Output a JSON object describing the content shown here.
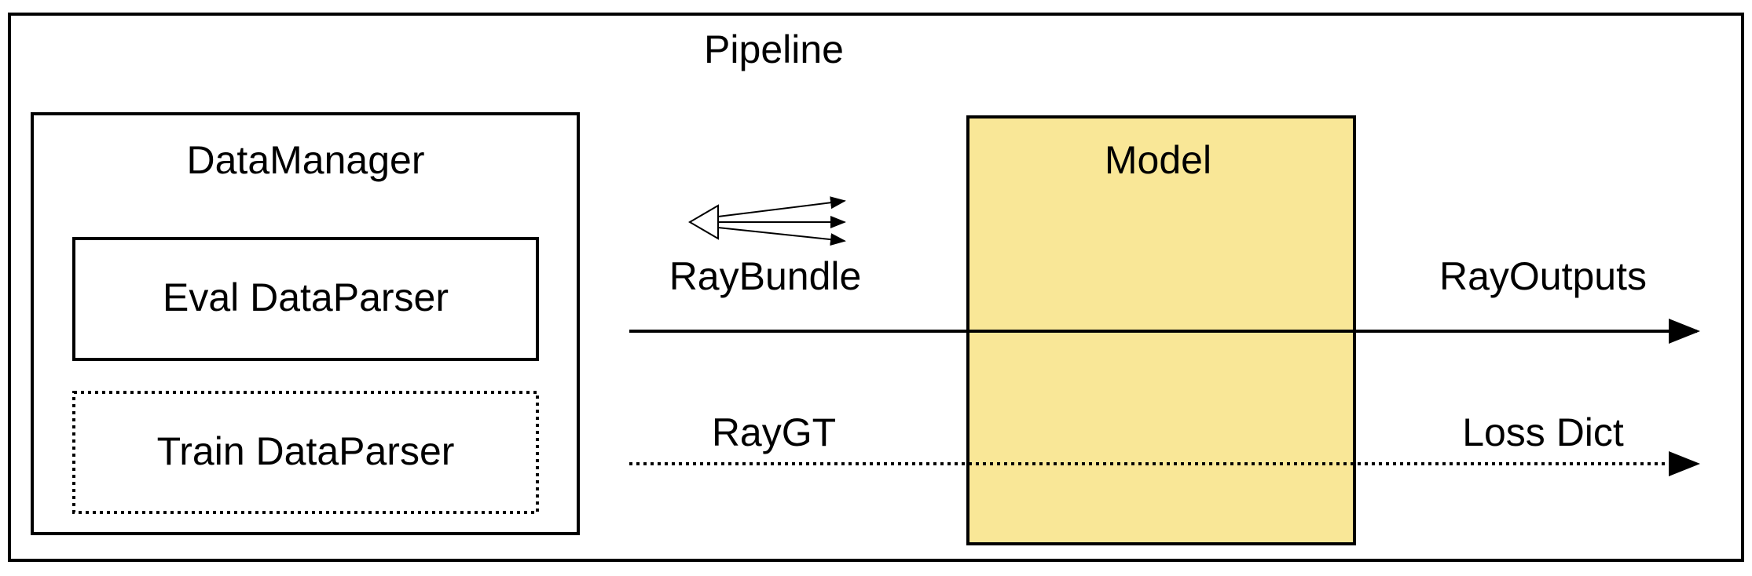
{
  "pipeline": {
    "label": "Pipeline"
  },
  "data_manager": {
    "label": "DataManager",
    "eval_parser_label": "Eval DataParser",
    "train_parser_label": "Train DataParser"
  },
  "model": {
    "label": "Model",
    "fill_color": "#f9e797"
  },
  "flows": {
    "ray_bundle_label": "RayBundle",
    "ray_outputs_label": "RayOutputs",
    "ray_gt_label": "RayGT",
    "loss_dict_label": "Loss Dict"
  },
  "icons": {
    "ray_bundle_icon": "cone-with-three-rays"
  }
}
